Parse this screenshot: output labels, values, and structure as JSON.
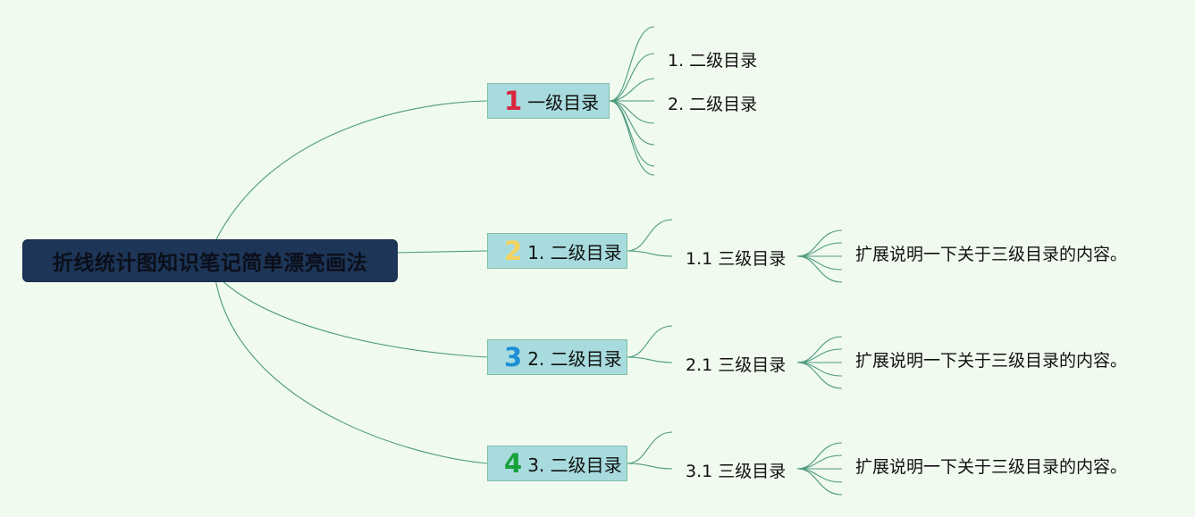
{
  "root": {
    "label": "折线统计图知识笔记简单漂亮画法"
  },
  "branches": [
    {
      "number": "1",
      "number_color": "#d7263d",
      "label": "一级目录",
      "children": [
        {
          "label": "1. 二级目录"
        },
        {
          "label": "2. 二级目录"
        }
      ]
    },
    {
      "number": "2",
      "number_color": "#f4d35e",
      "label": "1. 二级目录",
      "children": [
        {
          "label": "1.1 三级目录",
          "detail": "扩展说明一下关于三级目录的内容。"
        }
      ]
    },
    {
      "number": "3",
      "number_color": "#1e8fd6",
      "label": "2. 二级目录",
      "children": [
        {
          "label": "2.1 三级目录",
          "detail": "扩展说明一下关于三级目录的内容。"
        }
      ]
    },
    {
      "number": "4",
      "number_color": "#18a23a",
      "label": "3. 二级目录",
      "children": [
        {
          "label": "3.1 三级目录",
          "detail": "扩展说明一下关于三级目录的内容。"
        }
      ]
    }
  ],
  "colors": {
    "line": "#4c9a7e",
    "background": "#f1faef"
  }
}
